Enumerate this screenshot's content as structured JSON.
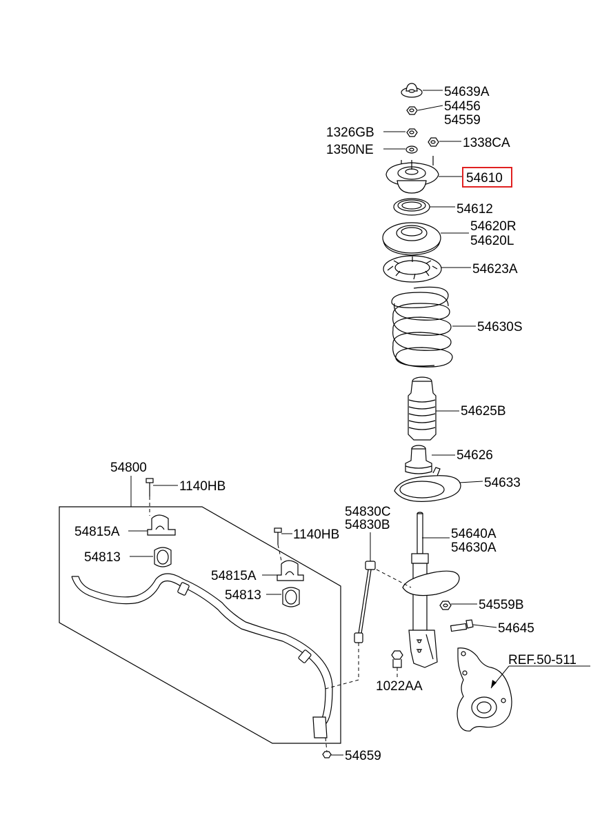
{
  "diagram": {
    "part_labels": {
      "p54639A": "54639A",
      "p54456": "54456",
      "p54559": "54559",
      "p1326GB": "1326GB",
      "p1338CA": "1338CA",
      "p1350NE": "1350NE",
      "p54610": "54610",
      "p54612": "54612",
      "p54620R": "54620R",
      "p54620L": "54620L",
      "p54623A": "54623A",
      "p54630S": "54630S",
      "p54625B": "54625B",
      "p54626": "54626",
      "p54633": "54633",
      "p54640A": "54640A",
      "p54630A": "54630A",
      "p54830C": "54830C",
      "p54830B": "54830B",
      "p54559B": "54559B",
      "p54645": "54645",
      "p1022AA": "1022AA",
      "pREF": "REF.50-511",
      "p54800": "54800",
      "p1140HB_a": "1140HB",
      "p1140HB_b": "1140HB",
      "p54815A_a": "54815A",
      "p54815A_b": "54815A",
      "p54813_a": "54813",
      "p54813_b": "54813",
      "p54659": "54659"
    },
    "highlighted_part": "54610",
    "highlight_color": "#e02020"
  }
}
